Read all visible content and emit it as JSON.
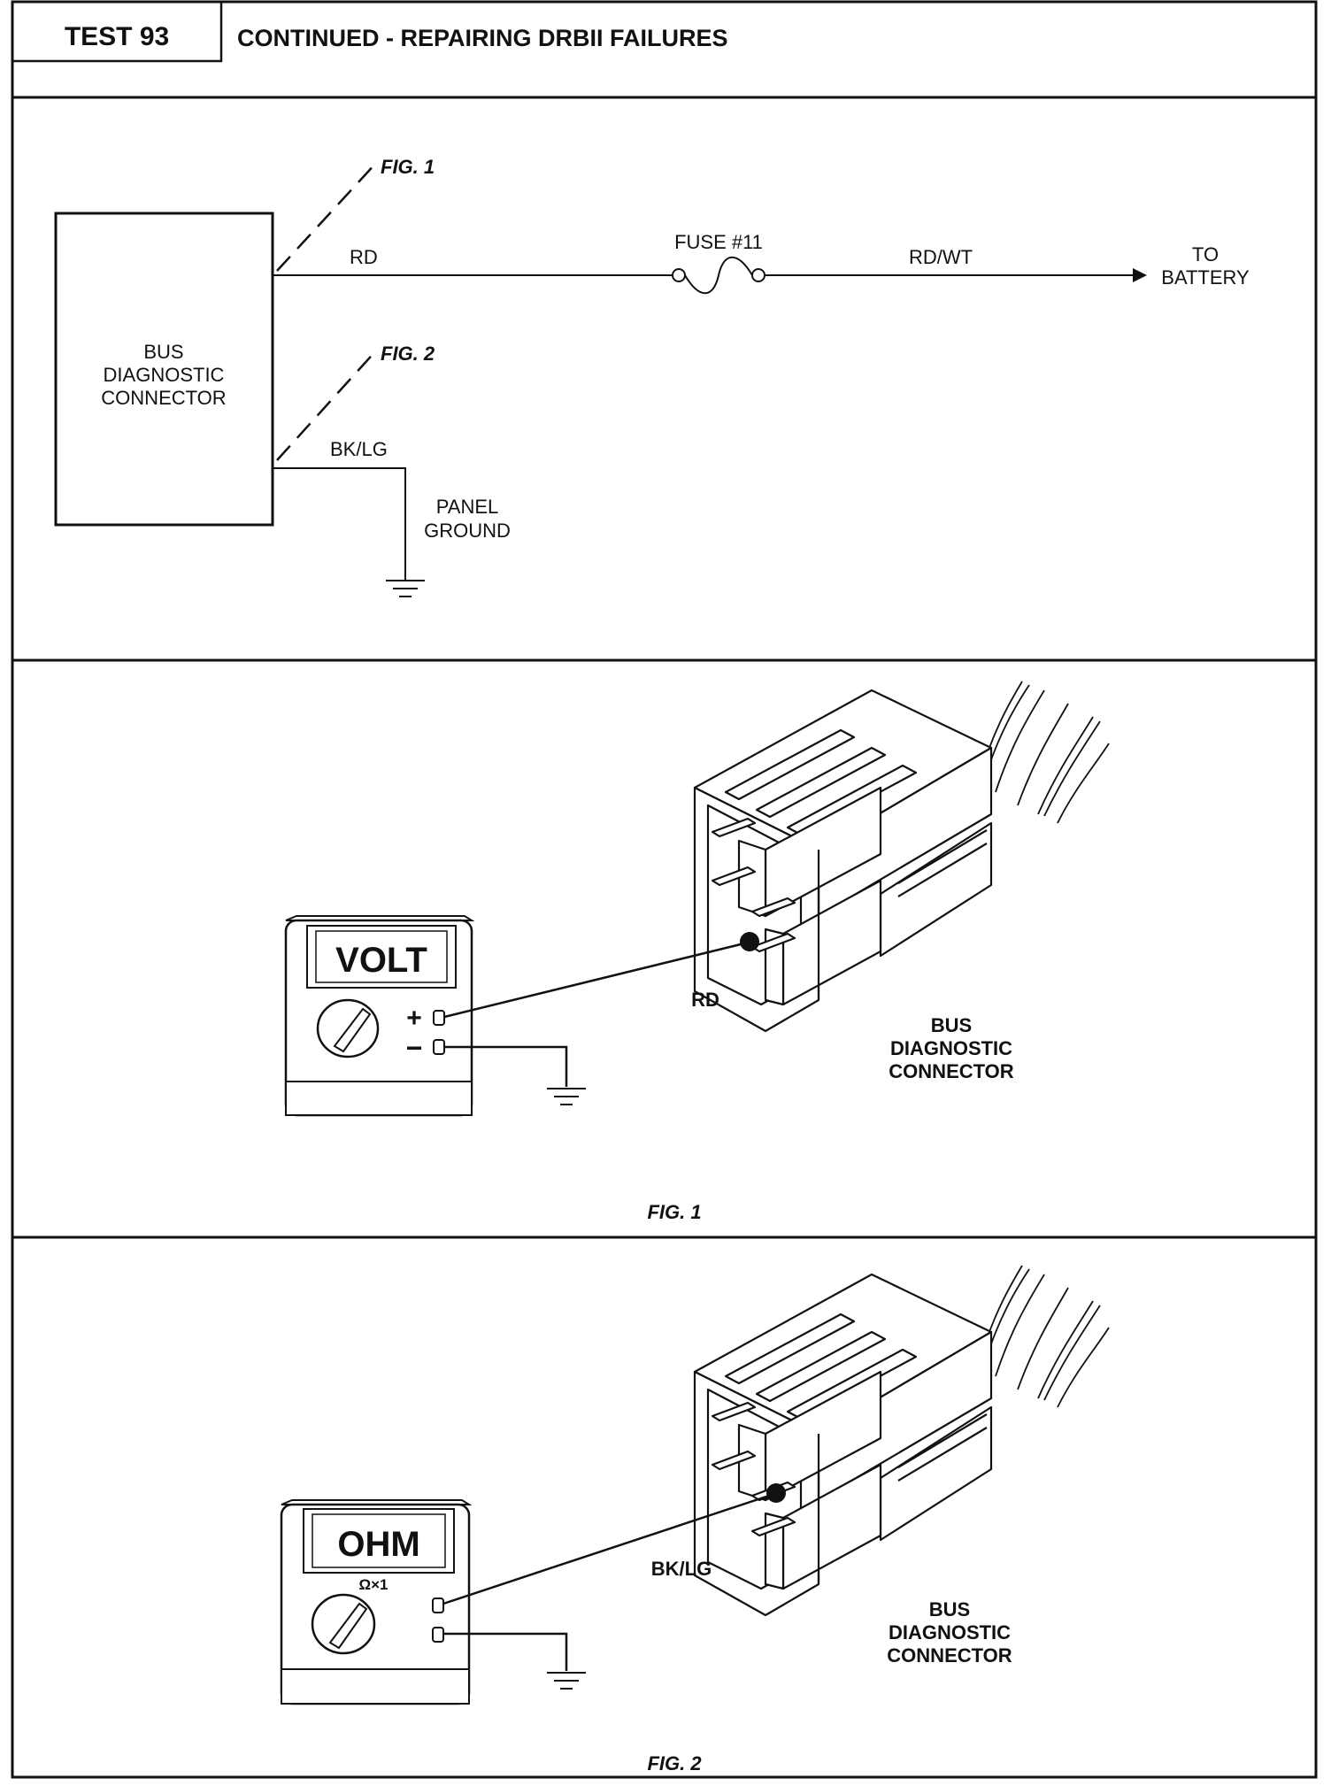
{
  "header": {
    "test_label": "TEST 93",
    "title": "CONTINUED - REPAIRING DRBII FAILURES"
  },
  "schematic": {
    "connector_label": [
      "BUS",
      "DIAGNOSTIC",
      "CONNECTOR"
    ],
    "fig1_ref": "FIG. 1",
    "fig2_ref": "FIG. 2",
    "wire_rd": "RD",
    "fuse_label": "FUSE #11",
    "wire_rdwt": "RD/WT",
    "battery_label": [
      "TO",
      "BATTERY"
    ],
    "wire_bklg": "BK/LG",
    "ground_label": [
      "PANEL",
      "GROUND"
    ]
  },
  "figure1": {
    "meter_display": "VOLT",
    "plus_sign": "+",
    "minus_sign": "−",
    "wire_label": "RD",
    "connector_label": [
      "BUS",
      "DIAGNOSTIC",
      "CONNECTOR"
    ],
    "caption": "FIG. 1"
  },
  "figure2": {
    "meter_display": "OHM",
    "range_label": "Ω×1",
    "wire_label": "BK/LG",
    "connector_label": [
      "BUS",
      "DIAGNOSTIC",
      "CONNECTOR"
    ],
    "caption": "FIG. 2"
  }
}
